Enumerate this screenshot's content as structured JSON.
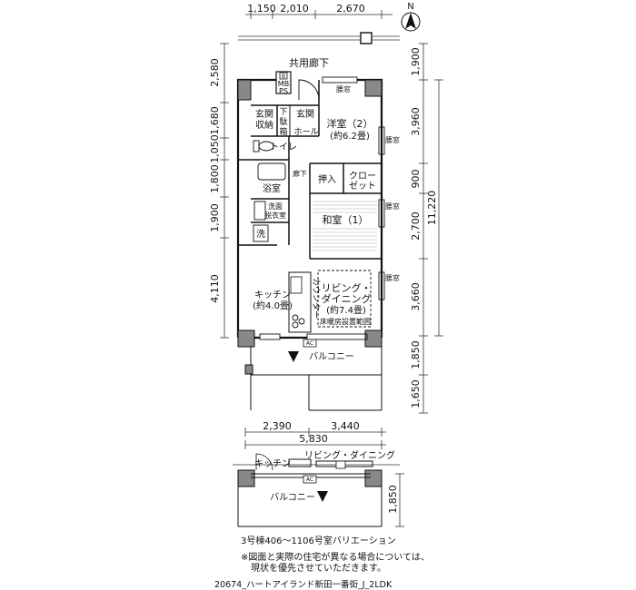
{
  "compass": {
    "label": "N"
  },
  "top_dims": [
    "1,150",
    "2,010",
    "2,670"
  ],
  "left_dims": [
    "2,580",
    "1,680",
    "1,050",
    "1,800",
    "1,900",
    "4,110"
  ],
  "right_dims": [
    "1,900",
    "3,960",
    "900",
    "2,700",
    "3,660",
    "1,850",
    "1,650"
  ],
  "right_total": "11,220",
  "bottom_dims": [
    "2,390",
    "3,440"
  ],
  "bottom_total": "5,830",
  "rooms": {
    "corridor": "共用廊下",
    "mb": "MB",
    "ps": "PS",
    "mb_b": "B",
    "genkan_storage_1": "玄関",
    "genkan_storage_2": "収納",
    "shoe_1": "下",
    "shoe_2": "駄",
    "shoe_3": "箱",
    "genkan": "玄関",
    "hall": "ホール",
    "toilet": "トイレ",
    "bath": "浴室",
    "wash_1": "洗面",
    "wash_2": "脱衣室",
    "washer": "洗",
    "hallway": "廊下",
    "yoshitsu": "洋室（2）",
    "yoshitsu_size": "(約6.2畳)",
    "oshiire": "押入",
    "closet_1": "クロー",
    "closet_2": "ゼット",
    "washitsu": "和室（1）",
    "kitchen": "キッチン",
    "kitchen_size": "(約4.0畳)",
    "counter": "カウンター",
    "living_1": "リビング・",
    "living_2": "ダイニング",
    "living_size": "(約7.4畳)",
    "floor_heat": "床暖房設置範囲",
    "balcony": "バルコニー",
    "window": "腰窓",
    "ac": "AC"
  },
  "variation": {
    "kitchen": "キッチン",
    "living": "リビング・ダイニング",
    "balcony": "バルコニー",
    "ac": "AC",
    "dim": "1,850"
  },
  "notes": {
    "variation_title": "3号棟406～1106号室バリエーション",
    "disclaimer_1": "※図面と実際の住宅が異なる場合については、",
    "disclaimer_2": "現状を優先させていただきます。",
    "code": "20674_ハートアイランド新田一番街_J_2LDK"
  }
}
